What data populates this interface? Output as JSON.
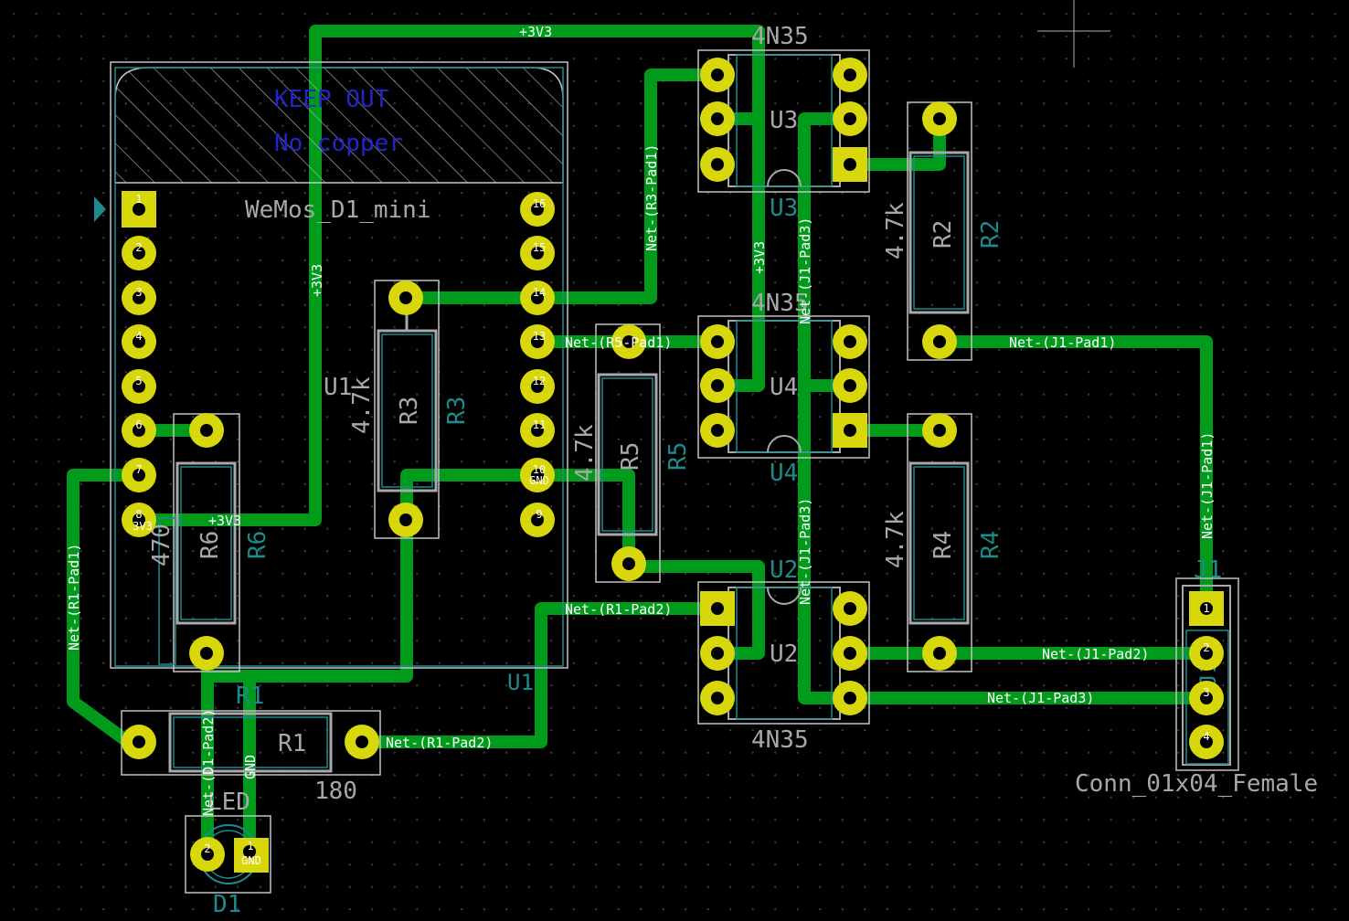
{
  "colors": {
    "track": "#009b1a",
    "pad": "#d7d70b",
    "silk": "#a8a8a8",
    "fab": "#1d8a8e",
    "courtyard": "#c2c2c2",
    "keepout": "#2424c8"
  },
  "keepout": {
    "line1": "KEEP OUT",
    "line2": "No copper"
  },
  "U1": {
    "value": "WeMos_D1_mini",
    "ref_top": "U1",
    "ref_bottom": "U1",
    "pins_left": [
      "1",
      "2",
      "3",
      "4",
      "5",
      "6",
      "7",
      "8"
    ],
    "pins_right": [
      "16",
      "15",
      "14",
      "13",
      "12",
      "11",
      "10",
      "9"
    ],
    "gnd": "GND",
    "v33": "3V3"
  },
  "U3": {
    "value": "4N35",
    "ref_silk": "U3",
    "ref_fab": "U3"
  },
  "U4": {
    "value": "4N35",
    "ref_silk": "U4",
    "ref_fab": "U4"
  },
  "U2": {
    "value": "4N35",
    "ref_silk": "U2",
    "ref_fab": "U2"
  },
  "R1": {
    "value": "180",
    "ref_silk": "R1",
    "ref_fab": "R1"
  },
  "R2": {
    "value": "4.7k",
    "ref_silk": "R2",
    "ref_fab": "R2"
  },
  "R3": {
    "value": "4.7k",
    "ref_silk": "R3",
    "ref_fab": "R3"
  },
  "R4": {
    "value": "4.7k",
    "ref_silk": "R4",
    "ref_fab": "R4"
  },
  "R5": {
    "value": "4.7k",
    "ref_silk": "R5",
    "ref_fab": "R5"
  },
  "R6": {
    "value": "470",
    "ref_silk": "R6",
    "ref_fab": "R6"
  },
  "D1": {
    "value": "LED",
    "ref": "D1",
    "pad1": "1",
    "pad2": "2",
    "pad1_net": "GND"
  },
  "J1": {
    "value": "Conn_01x04_Female",
    "ref_silk": "J1",
    "ref_fab": "J1",
    "pins": [
      "1",
      "2",
      "3",
      "4"
    ]
  },
  "nets": {
    "v33_top": "+3V3",
    "v33_vert": "+3V3",
    "v33_r6": "+3V3",
    "v33_u3": "+3V3",
    "r3_pad1": "Net-(R3-Pad1)",
    "r5_pad1": "Net-(R5-Pad1)",
    "r1_pad1": "Net-(R1-Pad1)",
    "r1_pad2_a": "Net-(R1-Pad2)",
    "r1_pad2_b": "Net-(R1-Pad2)",
    "j1_pad1_a": "Net-(J1-Pad1)",
    "j1_pad1_b": "Net-(J1-Pad1)",
    "j1_pad2": "Net-(J1-Pad2)",
    "j1_pad3_a": "Net-(J1-Pad3)",
    "j1_pad3_b": "Net-(J1-Pad3)",
    "j1_pad3_c": "Net-(J1-Pad3)",
    "d1_pad2": "Net-(D1-Pad2)",
    "gnd": "GND"
  }
}
